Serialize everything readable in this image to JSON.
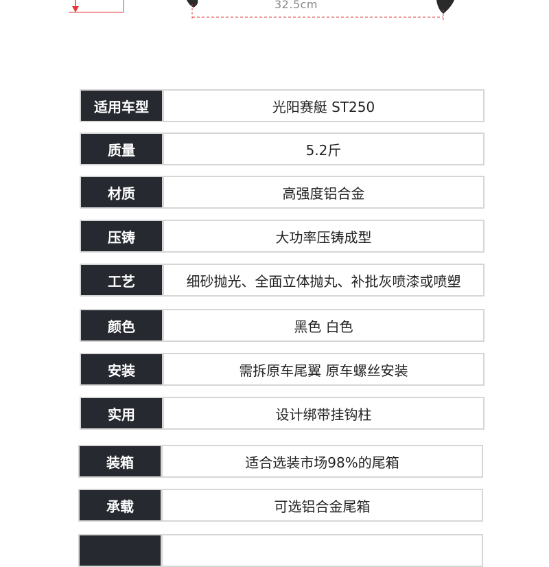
{
  "dimension": {
    "width_label": "32.5cm",
    "line_color": "#e03a3a",
    "cap_color": "#2a2a2a"
  },
  "colors": {
    "label_bg": "#26292f",
    "label_text": "#ffffff",
    "value_text": "#222222",
    "border": "#d6d6d6"
  },
  "specs": [
    {
      "label": "适用车型",
      "value": "光阳赛艇 ST250"
    },
    {
      "label": "质量",
      "value": "5.2斤"
    },
    {
      "label": "材质",
      "value": "高强度铝合金"
    },
    {
      "label": "压铸",
      "value": "大功率压铸成型"
    },
    {
      "label": "工艺",
      "value": "细砂抛光、全面立体抛丸、补批灰喷漆或喷塑"
    },
    {
      "label": "颜色",
      "value": "黑色 白色"
    },
    {
      "label": "安装",
      "value": "需拆原车尾翼 原车螺丝安装"
    },
    {
      "label": "实用",
      "value": "设计绑带挂钩柱"
    },
    {
      "label": "装箱",
      "value": "适合选装市场98%的尾箱"
    },
    {
      "label": "承载",
      "value": "可选铝合金尾箱"
    },
    {
      "label": "",
      "value": ""
    }
  ]
}
